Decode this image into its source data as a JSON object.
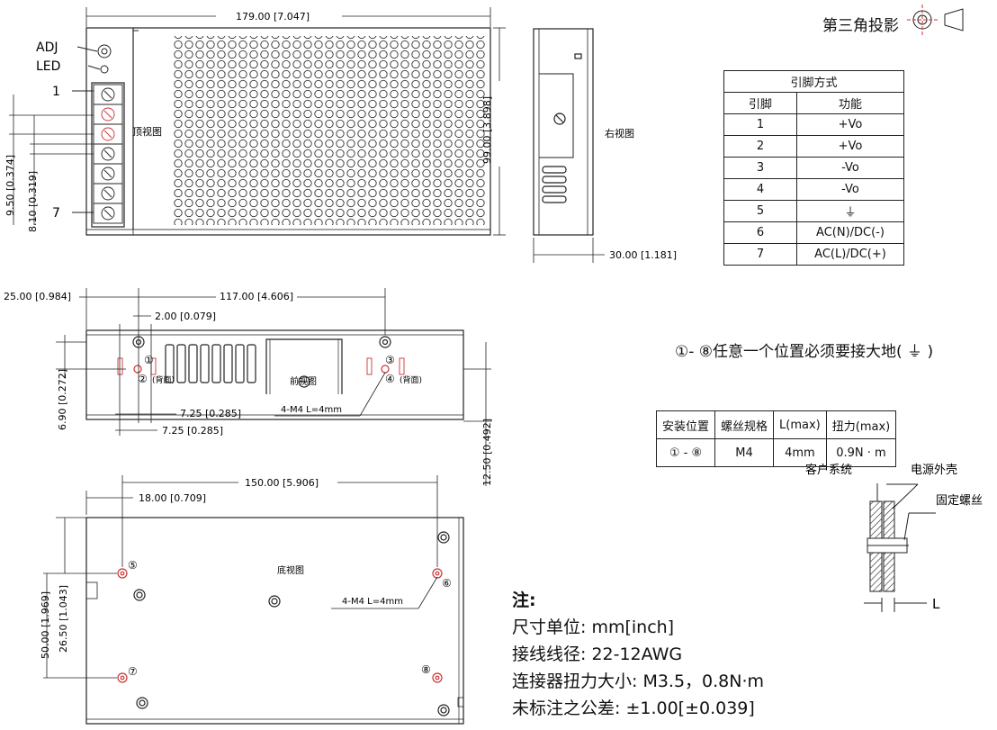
{
  "dims": {
    "top_width": "179.00 [7.047]",
    "top_height": "99.00 [3.898]",
    "side_depth": "30.00 [1.181]",
    "pin_pitch": "9.50 [0.374]",
    "pin_offset": "8.10 [0.319]",
    "front_left": "25.00 [0.984]",
    "front_span": "117.00 [4.606]",
    "front_gap": "2.00 [0.079]",
    "front_h1": "6.90 [0.272]",
    "front_h2": "12.50 [0.492]",
    "front_x1": "7.25 [0.285]",
    "front_x2": "7.25 [0.285]",
    "front_screw": "4-M4  L=4mm",
    "bottom_span": "150.00 [5.906]",
    "bottom_left": "18.00 [0.709]",
    "bottom_h1": "50.00 [1.969]",
    "bottom_h2": "26.50 [1.043]",
    "bottom_screw": "4-M4  L=4mm"
  },
  "labels": {
    "adj": "ADJ",
    "led": "LED",
    "pin1": "1",
    "pin7": "7",
    "top_view": "顶视图",
    "right_view": "右视图",
    "front_view": "前视图",
    "bottom_view": "底视图",
    "back": "(背面)",
    "customer": "客户系统",
    "housing": "电源外壳",
    "screw": "固定螺丝",
    "L": "L",
    "m1": "①",
    "m2": "②",
    "m3": "③",
    "m4": "④",
    "m5": "⑤",
    "m6": "⑥",
    "m7": "⑦",
    "m8": "⑧"
  },
  "projection": "第三角投影",
  "pin_table": {
    "title": "引脚方式",
    "headers": [
      "引脚",
      "功能"
    ],
    "rows": [
      [
        "1",
        "+Vo"
      ],
      [
        "2",
        "+Vo"
      ],
      [
        "3",
        "-Vo"
      ],
      [
        "4",
        "-Vo"
      ],
      [
        "5",
        "⏚"
      ],
      [
        "6",
        "AC(N)/DC(-)"
      ],
      [
        "7",
        "AC(L)/DC(+)"
      ]
    ]
  },
  "ground_note": "①- ⑧任意一个位置必须要接大地( ⏚ )",
  "install_table": {
    "headers": [
      "安装位置",
      "螺丝规格",
      "L(max)",
      "扭力(max)"
    ],
    "row": [
      "① - ⑧",
      "M4",
      "4mm",
      "0.9N · m"
    ]
  },
  "notes": {
    "header": "注:",
    "lines": [
      "尺寸单位: mm[inch]",
      "接线线径: 22-12AWG",
      "连接器扭力大小: M3.5，0.8N·m",
      "未标注之公差: ±1.00[±0.039]"
    ]
  }
}
